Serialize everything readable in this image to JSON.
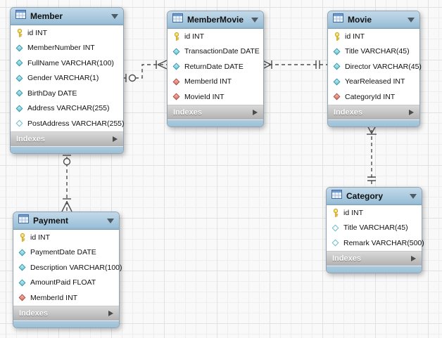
{
  "diagram": {
    "tables": [
      {
        "name": "Member",
        "footer_label": "Indexes",
        "columns": [
          {
            "label": "id INT",
            "type": "primary-key"
          },
          {
            "label": "MemberNumber INT",
            "type": "column"
          },
          {
            "label": "FullName VARCHAR(100)",
            "type": "column"
          },
          {
            "label": "Gender VARCHAR(1)",
            "type": "column"
          },
          {
            "label": "BirthDay DATE",
            "type": "column"
          },
          {
            "label": "Address VARCHAR(255)",
            "type": "column"
          },
          {
            "label": "PostAddress VARCHAR(255)",
            "type": "column-nullable"
          }
        ]
      },
      {
        "name": "MemberMovie",
        "footer_label": "Indexes",
        "columns": [
          {
            "label": "id INT",
            "type": "primary-key"
          },
          {
            "label": "TransactionDate DATE",
            "type": "column"
          },
          {
            "label": "ReturnDate DATE",
            "type": "column"
          },
          {
            "label": "MemberId INT",
            "type": "foreign-key"
          },
          {
            "label": "MovieId INT",
            "type": "foreign-key"
          }
        ]
      },
      {
        "name": "Movie",
        "footer_label": "Indexes",
        "columns": [
          {
            "label": "id INT",
            "type": "primary-key"
          },
          {
            "label": "Title VARCHAR(45)",
            "type": "column"
          },
          {
            "label": "Director VARCHAR(45)",
            "type": "column"
          },
          {
            "label": "YearReleased INT",
            "type": "column"
          },
          {
            "label": "CategoryId INT",
            "type": "foreign-key"
          }
        ]
      },
      {
        "name": "Payment",
        "footer_label": "Indexes",
        "columns": [
          {
            "label": "id INT",
            "type": "primary-key"
          },
          {
            "label": "PaymentDate DATE",
            "type": "column"
          },
          {
            "label": "Description VARCHAR(100)",
            "type": "column"
          },
          {
            "label": "AmountPaid FLOAT",
            "type": "column"
          },
          {
            "label": "MemberId INT",
            "type": "foreign-key"
          }
        ]
      },
      {
        "name": "Category",
        "footer_label": "Indexes",
        "columns": [
          {
            "label": "id INT",
            "type": "primary-key"
          },
          {
            "label": "Title VARCHAR(45)",
            "type": "column-nullable"
          },
          {
            "label": "Remark VARCHAR(500)",
            "type": "column-nullable"
          }
        ]
      }
    ],
    "relationships": [
      {
        "from_table": "Member",
        "to_table": "MemberMovie",
        "from_notation": "optional-one (bar + circle)",
        "to_notation": "many (crow's foot + bar)",
        "line_style": "dashed"
      },
      {
        "from_table": "Movie",
        "to_table": "MemberMovie",
        "from_notation": "exactly-one (double bar)",
        "to_notation": "many (crow's foot + bar)",
        "line_style": "dashed"
      },
      {
        "from_table": "Category",
        "to_table": "Movie",
        "from_notation": "exactly-one (double bar)",
        "to_notation": "many (crow's foot + bar)",
        "line_style": "dashed"
      },
      {
        "from_table": "Member",
        "to_table": "Payment",
        "from_notation": "optional-one (bar + circle)",
        "to_notation": "many (crow's foot + bar)",
        "line_style": "dashed"
      }
    ],
    "colors": {
      "header_blue": "#a9c8dd",
      "indexes_bar_gray": "#c2c2c2",
      "footer_strip_blue": "#a7c7dc",
      "primary_key_gold": "#e9c94f",
      "column_cyan": "#79ccd9",
      "foreign_key_red": "#e0796d",
      "connector_gray": "#4d4d4d",
      "canvas_background": "#f9f9f9"
    }
  }
}
